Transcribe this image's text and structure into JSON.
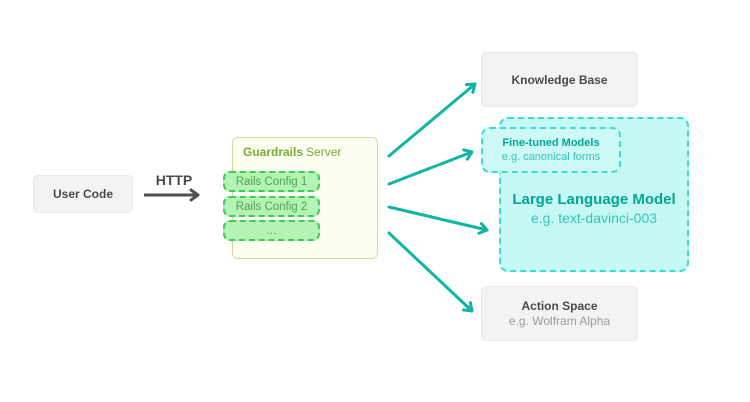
{
  "diagram": {
    "user_code": {
      "label": "User Code"
    },
    "http": {
      "label": "HTTP"
    },
    "server": {
      "title_bold": "Guardrails",
      "title_rest": "Server",
      "configs": [
        "Rails Config 1",
        "Rails Config 2",
        "..."
      ]
    },
    "knowledge_base": {
      "label": "Knowledge Base"
    },
    "fine_tuned": {
      "title": "Fine-tuned Models",
      "subtitle": "e.g. canonical forms"
    },
    "llm": {
      "title": "Large Language Model",
      "subtitle": "e.g. text-davinci-003"
    },
    "action_space": {
      "title": "Action Space",
      "subtitle": "e.g. Wolfram Alpha"
    },
    "colors": {
      "teal_arrow": "#10b5a3",
      "teal_border": "#38ded0",
      "teal_fill": "#c6f9f3",
      "fine_tuned_fill": "#cdfaf6",
      "teal_text_dark": "#02a598",
      "teal_text_light": "#36c4b8",
      "green_border": "#41c95b",
      "green_fill": "#b4f3b3",
      "green_text": "#4da456",
      "server_border": "#cadf98",
      "server_fill": "#fcfef1",
      "server_title": "#7aa938",
      "gray_fill": "#f3f3f3",
      "gray_border": "#e9e9e9",
      "gray_text_dark": "#4a4a4a",
      "gray_text_light": "#9b9b9b",
      "arrow_gray": "#4f4f4f"
    }
  }
}
